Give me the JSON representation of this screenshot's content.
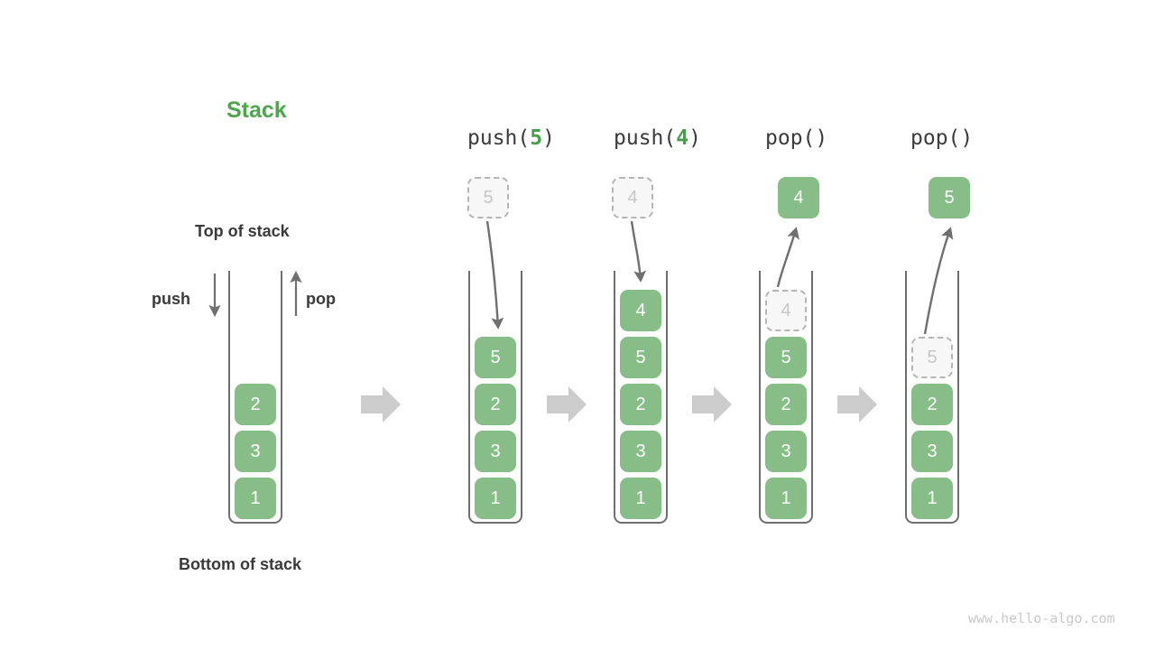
{
  "diagram": {
    "title": "Stack",
    "top_label": "Top of stack",
    "bottom_label": "Bottom of stack",
    "push_label": "push",
    "pop_label": "pop",
    "watermark": "www.hello-algo.com",
    "colors": {
      "accent_green": "#4CA64C",
      "element_fill": "#87be87",
      "element_text": "#ffffff",
      "ghost_fill": "#f7f7f7",
      "ghost_border": "#b5b5b5",
      "ghost_text": "#c6c6c6",
      "container_stroke": "#6f6f6f",
      "arrow_gray": "#cccccc",
      "curve_arrow": "#6f6f6f",
      "text_dark": "#3a3a3a",
      "watermark_gray": "#c9c9c9"
    }
  },
  "steps": [
    {
      "id": "initial",
      "op_prefix": "",
      "op_arg": "",
      "op_suffix": "",
      "elements": [
        "2",
        "3",
        "1"
      ],
      "floating": null,
      "ghost_in_stack": null,
      "ghost_above": null
    },
    {
      "id": "push-5",
      "op_prefix": "push(",
      "op_arg": "5",
      "op_suffix": ")",
      "elements": [
        "5",
        "2",
        "3",
        "1"
      ],
      "floating": null,
      "ghost_in_stack": null,
      "ghost_above": "5"
    },
    {
      "id": "push-4",
      "op_prefix": "push(",
      "op_arg": "4",
      "op_suffix": ")",
      "elements": [
        "4",
        "5",
        "2",
        "3",
        "1"
      ],
      "floating": null,
      "ghost_in_stack": null,
      "ghost_above": "4"
    },
    {
      "id": "pop-1",
      "op_prefix": "pop(",
      "op_arg": "",
      "op_suffix": ")",
      "elements": [
        "5",
        "2",
        "3",
        "1"
      ],
      "floating": "4",
      "ghost_in_stack": "4",
      "ghost_above": null
    },
    {
      "id": "pop-2",
      "op_prefix": "pop(",
      "op_arg": "",
      "op_suffix": ")",
      "elements": [
        "2",
        "3",
        "1"
      ],
      "floating": "5",
      "ghost_in_stack": "5",
      "ghost_above": null
    }
  ],
  "flow_arrows": [
    {
      "name": "flow-arrow-1"
    },
    {
      "name": "flow-arrow-2"
    },
    {
      "name": "flow-arrow-3"
    },
    {
      "name": "flow-arrow-4"
    }
  ]
}
